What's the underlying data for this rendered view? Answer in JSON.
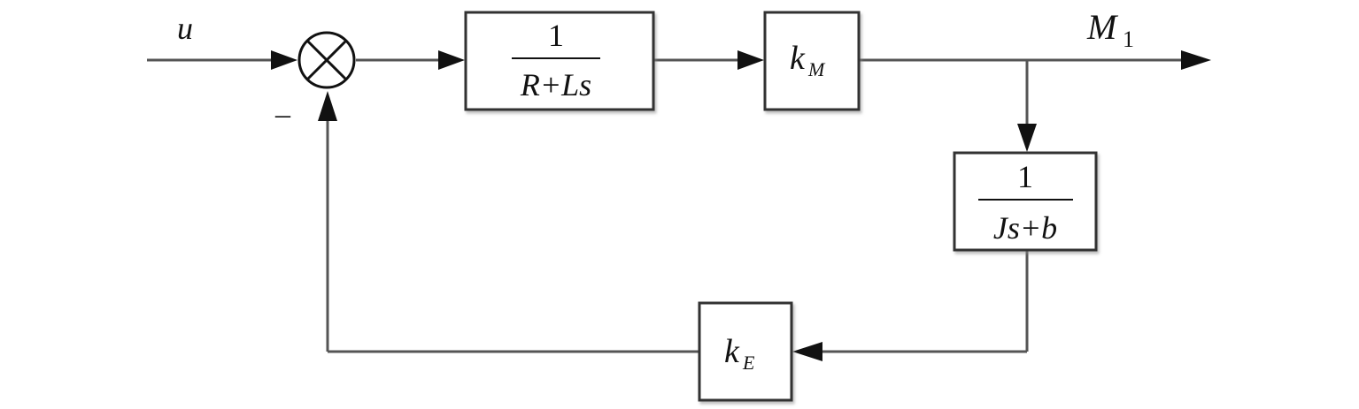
{
  "signals": {
    "input": "u",
    "output_main": "M",
    "output_sub": "1",
    "feedback_sign": "–"
  },
  "blocks": {
    "electrical": {
      "numerator": "1",
      "denominator": "R+Ls"
    },
    "torque_gain": {
      "main": "k",
      "sub": "M"
    },
    "mechanical": {
      "numerator": "1",
      "denominator": "Js+b"
    },
    "back_emf_gain": {
      "main": "k",
      "sub": "E"
    }
  }
}
